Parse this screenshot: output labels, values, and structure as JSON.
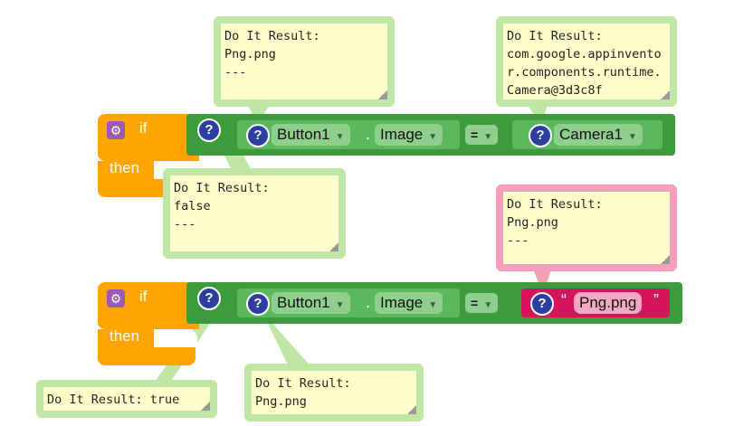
{
  "blocks": [
    {
      "if_label": "if",
      "then_label": "then",
      "left": {
        "component": "Button1",
        "property": "Image",
        "dot": "."
      },
      "operator": "=",
      "right": {
        "component": "Camera1"
      }
    },
    {
      "if_label": "if",
      "then_label": "then",
      "left": {
        "component": "Button1",
        "property": "Image",
        "dot": "."
      },
      "operator": "=",
      "right": {
        "open_quote": "“",
        "string": "Png.png",
        "close_quote": "”"
      }
    }
  ],
  "comments": [
    {
      "text": "Do It Result:\nPng.png\n---"
    },
    {
      "text": "Do It Result:\ncom.google.appinventor.components.runtime.Camera@3d3c8f"
    },
    {
      "text": "Do It Result:\nfalse\n---"
    },
    {
      "text": "Do It Result:\nPng.png\n---"
    },
    {
      "text": "Do It Result: true"
    },
    {
      "text": "Do It Result:\nPng.png"
    }
  ],
  "icons": {
    "question": "?",
    "gear": "gear-icon",
    "dropdown": "▼"
  },
  "colors": {
    "control": "#ffa400",
    "logic": "#3d9a3d",
    "component": "#5cb85c",
    "text": "#d6145a",
    "comment_border": "#bfe6a4",
    "comment_bg": "#ffffcc",
    "comment_pink_border": "#f4a0b8"
  }
}
